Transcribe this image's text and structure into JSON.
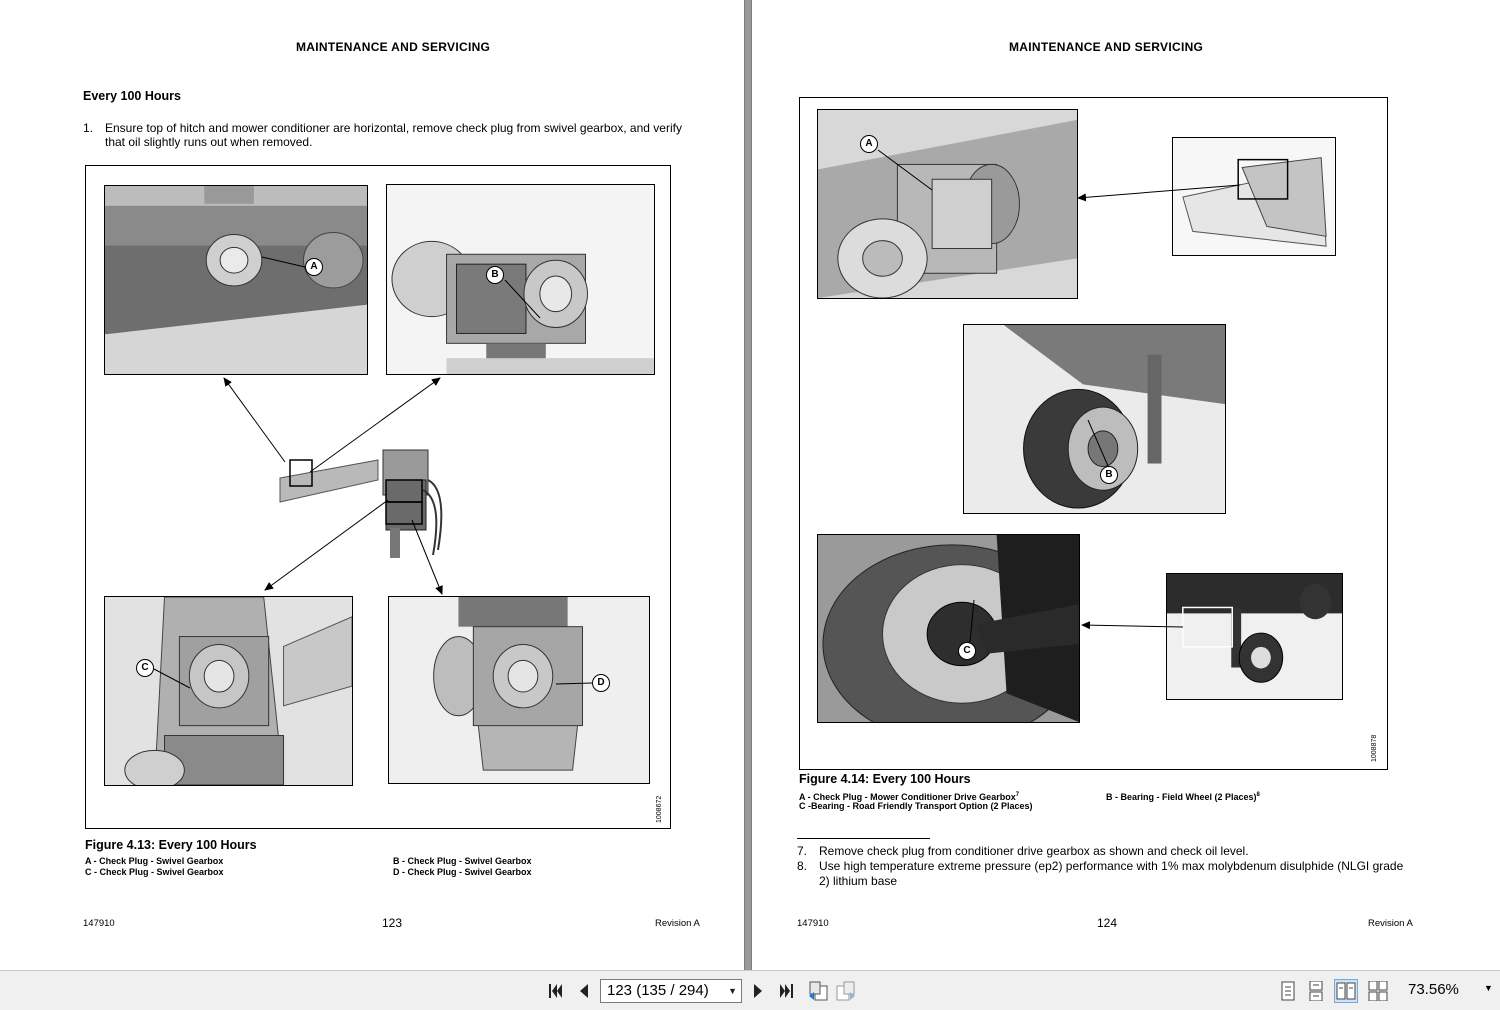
{
  "left_page": {
    "header": "MAINTENANCE AND SERVICING",
    "section": "Every 100 Hours",
    "step": {
      "num": "1.",
      "line1": "Ensure top of hitch and mower conditioner are horizontal, remove check plug from swivel gearbox, and verify",
      "line2": "that oil slightly runs out when removed."
    },
    "callouts": [
      "A",
      "B",
      "C",
      "D"
    ],
    "image_id": "1008672",
    "figure": {
      "title": "Figure 4.13:  Every 100 Hours",
      "legend": [
        "A - Check Plug - Swivel Gearbox",
        "B - Check Plug - Swivel Gearbox",
        "C - Check Plug - Swivel Gearbox",
        "D - Check Plug - Swivel Gearbox"
      ]
    },
    "footer_left": "147910",
    "page_number": "123",
    "footer_right": "Revision  A"
  },
  "right_page": {
    "header": "MAINTENANCE AND SERVICING",
    "callouts": [
      "A",
      "B",
      "C"
    ],
    "image_id": "1008878",
    "figure": {
      "title": "Figure 4.14:  Every 100 Hours",
      "legend_a": "A - Check Plug - Mower Conditioner Drive Gearbox",
      "legend_a_sup": "7",
      "legend_b": "B - Bearing - Field Wheel (2 Places)",
      "legend_b_sup": "8",
      "legend_c": "C -Bearing - Road Friendly Transport Option (2 Places)"
    },
    "notes": [
      {
        "num": "7.",
        "line1": "Remove check plug from conditioner drive gearbox as shown and check oil level.",
        "line2": ""
      },
      {
        "num": "8.",
        "line1": "Use high temperature extreme pressure (ep2) performance with 1% max molybdenum disulphide (NLGI grade",
        "line2": "2) lithium base"
      }
    ],
    "footer_left": "147910",
    "page_number": "124",
    "footer_right": "Revision  A"
  },
  "toolbar": {
    "page_selector": "123 (135 / 294)",
    "zoom": "73.56%",
    "icons": [
      "first-page-icon",
      "previous-page-icon",
      "next-page-icon",
      "last-page-icon",
      "previous-view-icon",
      "next-view-icon",
      "single-page-icon",
      "continuous-icon",
      "facing-pages-icon",
      "continuous-facing-icon"
    ]
  }
}
